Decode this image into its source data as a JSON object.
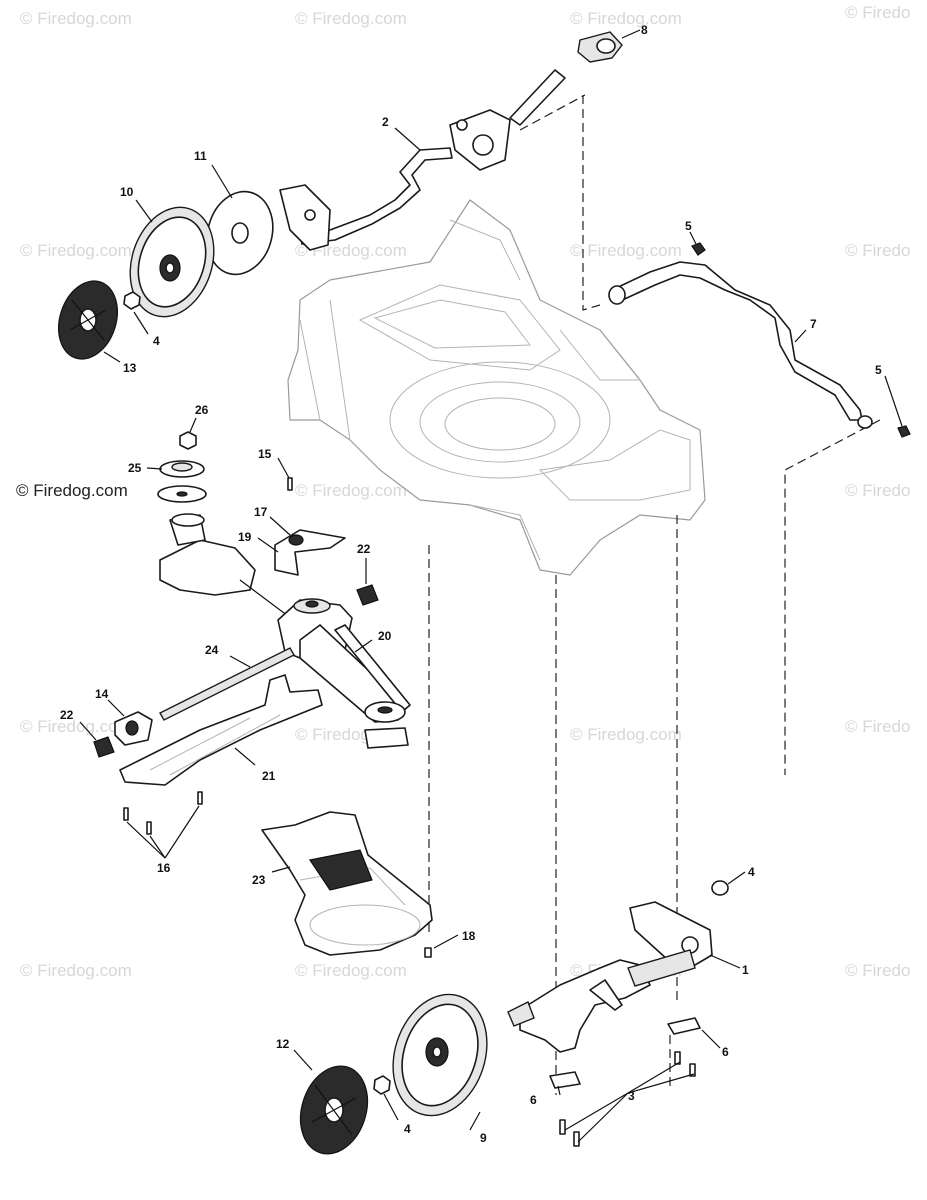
{
  "watermark": {
    "text": "© Firedog.com",
    "text_short": "© Firedo",
    "text_dark": "© Firedog.com"
  },
  "callouts": {
    "c1": "1",
    "c2": "2",
    "c3a": "3",
    "c4a": "4",
    "c4b": "4",
    "c4c": "4",
    "c5a": "5",
    "c5b": "5",
    "c6a": "6",
    "c6b": "6",
    "c7": "7",
    "c8": "8",
    "c9": "9",
    "c10": "10",
    "c11": "11",
    "c12": "12",
    "c13": "13",
    "c14": "14",
    "c15": "15",
    "c16": "16",
    "c17": "17",
    "c18": "18",
    "c19": "19",
    "c20": "20",
    "c21": "21",
    "c22a": "22",
    "c22b": "22",
    "c23": "23",
    "c24": "24",
    "c25": "25",
    "c26": "26"
  }
}
